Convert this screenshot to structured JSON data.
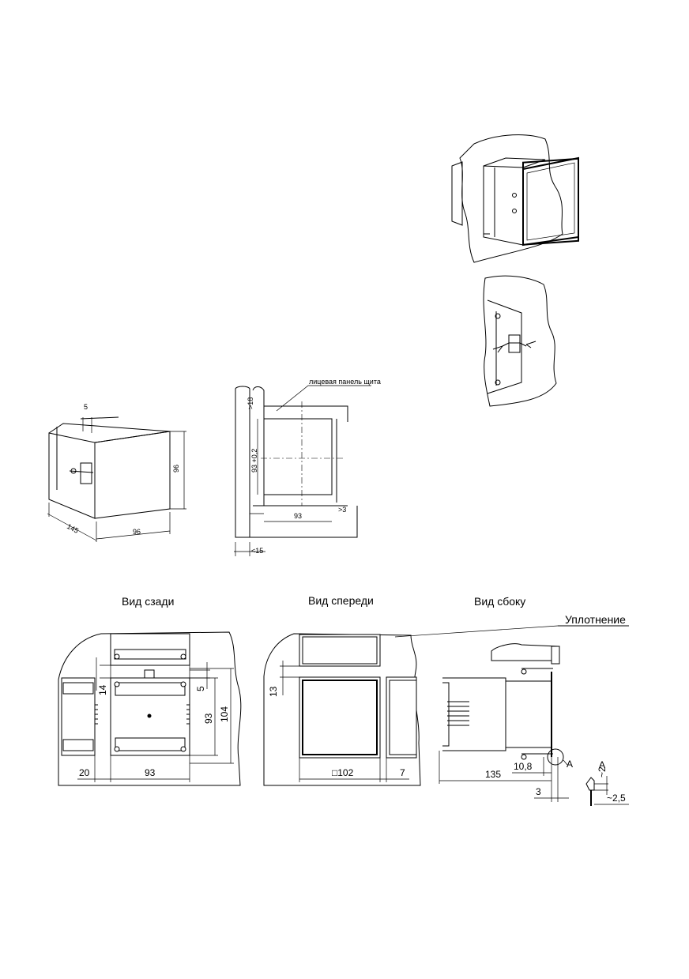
{
  "small_drawings": {
    "dim_5": "5",
    "dim_96_h": "96",
    "dim_96_w": "96",
    "dim_145": "145",
    "panel_label": "лицевая панель щита",
    "dim_18": ">18",
    "dim_93_tol": "93 +0,2",
    "dim_93": "93",
    "dim_3": ">3",
    "dim_15": "<15"
  },
  "views": {
    "rear_title": "Вид сзади",
    "front_title": "Вид спереди",
    "side_title": "Вид сбоку",
    "seal_label": "Уплотнение"
  },
  "rear_dims": {
    "d14": "14",
    "d5": "5",
    "d93v": "93",
    "d104": "104",
    "d20": "20",
    "d93h": "93"
  },
  "front_dims": {
    "d13": "13",
    "d102": "□102",
    "d7": "7"
  },
  "side_dims": {
    "d135": "135",
    "d10_8": "10,8",
    "d3": "3",
    "callout_a": "A",
    "detail_a": "A",
    "d2": "~2",
    "d2_5": "~2,5"
  }
}
